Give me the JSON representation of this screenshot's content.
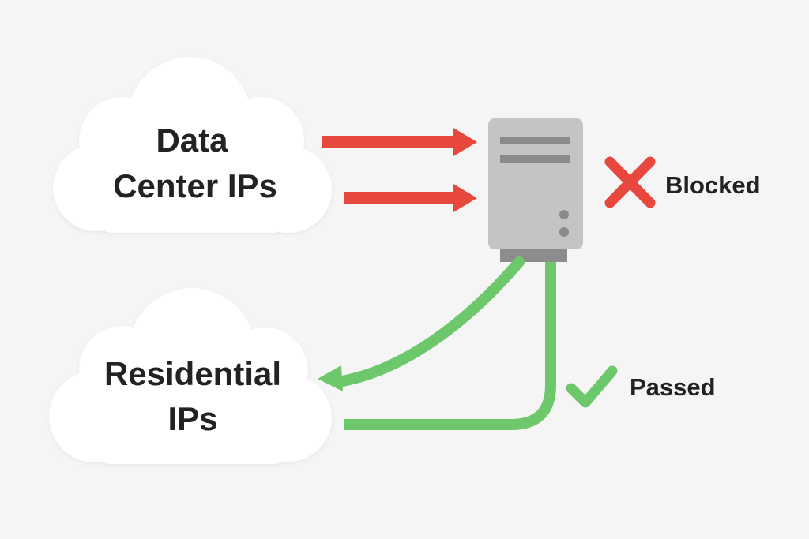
{
  "colors": {
    "background": "#f5f5f5",
    "cloud": "#ffffff",
    "blocked": "#e8473d",
    "passed": "#6cc86a",
    "server_body": "#c4c4c4",
    "server_dark": "#8c8c8c",
    "text": "#222222"
  },
  "clouds": {
    "datacenter": {
      "line1": "Data",
      "line2": "Center IPs"
    },
    "residential": {
      "line1": "Residential",
      "line2": "IPs"
    }
  },
  "server": {
    "icon": "server-icon"
  },
  "status": {
    "blocked": {
      "label": "Blocked",
      "icon": "cross-icon"
    },
    "passed": {
      "label": "Passed",
      "icon": "checkmark-icon"
    }
  }
}
